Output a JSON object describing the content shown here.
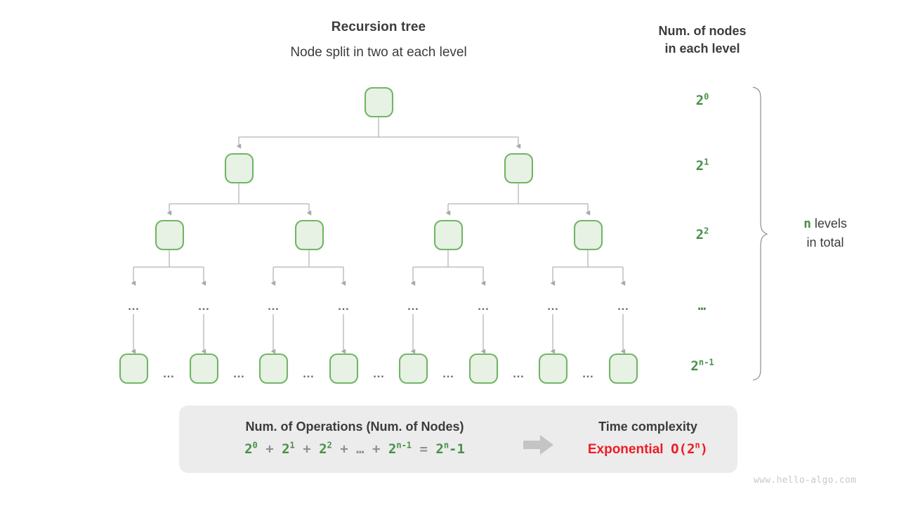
{
  "titles": {
    "tree_title": "Recursion tree",
    "tree_subtitle": "Node split in two at each level",
    "nodes_heading_line1": "Num. of nodes",
    "nodes_heading_line2": "in each level"
  },
  "level_labels": {
    "level0_base": "2",
    "level0_exp": "0",
    "level1_base": "2",
    "level1_exp": "1",
    "level2_base": "2",
    "level2_exp": "2",
    "level_ellipsis": "…",
    "leveln_base": "2",
    "leveln_exp": "n-1"
  },
  "levels_total": {
    "variable": "n",
    "text_line1": " levels",
    "text_line2": "in total"
  },
  "tree": {
    "node_ellipsis": "…",
    "leaf_gap_ellipsis": "…",
    "level_count_nodes": [
      1,
      2,
      4,
      8,
      8
    ],
    "branching_factor": 2,
    "node_fill": "#e7f1e4",
    "node_stroke": "#72b566",
    "edge_color": "#b5b5b5"
  },
  "summary": {
    "ops_title": "Num. of Operations (Num. of Nodes)",
    "formula_parts": [
      {
        "text": "2",
        "kind": "term"
      },
      {
        "text": "0",
        "kind": "sup"
      },
      {
        "text": " + ",
        "kind": "op"
      },
      {
        "text": "2",
        "kind": "term"
      },
      {
        "text": "1",
        "kind": "sup"
      },
      {
        "text": " + ",
        "kind": "op"
      },
      {
        "text": "2",
        "kind": "term"
      },
      {
        "text": "2",
        "kind": "sup"
      },
      {
        "text": " + ",
        "kind": "op"
      },
      {
        "text": "…",
        "kind": "op"
      },
      {
        "text": " + ",
        "kind": "op"
      },
      {
        "text": "2",
        "kind": "term"
      },
      {
        "text": "n-1",
        "kind": "sup"
      },
      {
        "text": " = ",
        "kind": "op"
      },
      {
        "text": "2",
        "kind": "term"
      },
      {
        "text": "n",
        "kind": "sup"
      },
      {
        "text": "-1",
        "kind": "term"
      }
    ],
    "formula_plain": "2⁰ + 2¹ + 2² + … + 2ⁿ⁻¹ = 2ⁿ-1",
    "tc_title": "Time complexity",
    "tc_label": "Exponential",
    "tc_bigo_prefix": "O(2",
    "tc_bigo_exp": "n",
    "tc_bigo_suffix": ")",
    "arrow_color": "#c4c4c4",
    "panel_bg": "#ececec",
    "accent_red": "#ee1c25",
    "accent_green": "#4a9048"
  },
  "watermark": "www.hello-algo.com"
}
